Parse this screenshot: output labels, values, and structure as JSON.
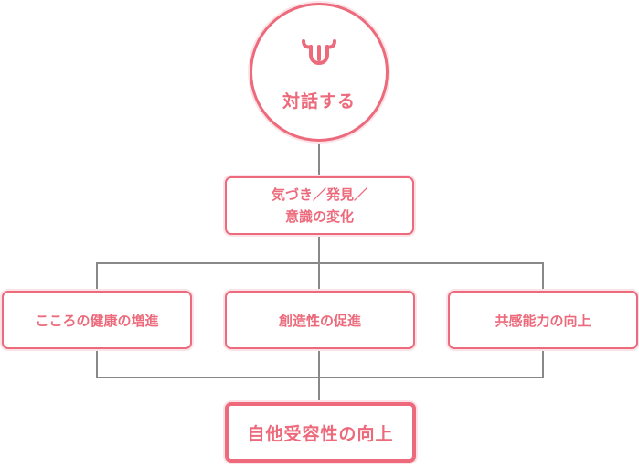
{
  "diagram": {
    "top": {
      "icon": "smile-icon",
      "label": "対話する"
    },
    "awareness": {
      "line1": "気づき／発見／",
      "line2": "意識の変化"
    },
    "outcomes": [
      {
        "label": "こころの健康の増進"
      },
      {
        "label": "創造性の促進"
      },
      {
        "label": "共感能力の向上"
      }
    ],
    "result": {
      "label": "自他受容性の向上"
    }
  },
  "colors": {
    "accent": "#ec6a7b",
    "glow": "#fbe3e7",
    "connector": "#888888"
  }
}
